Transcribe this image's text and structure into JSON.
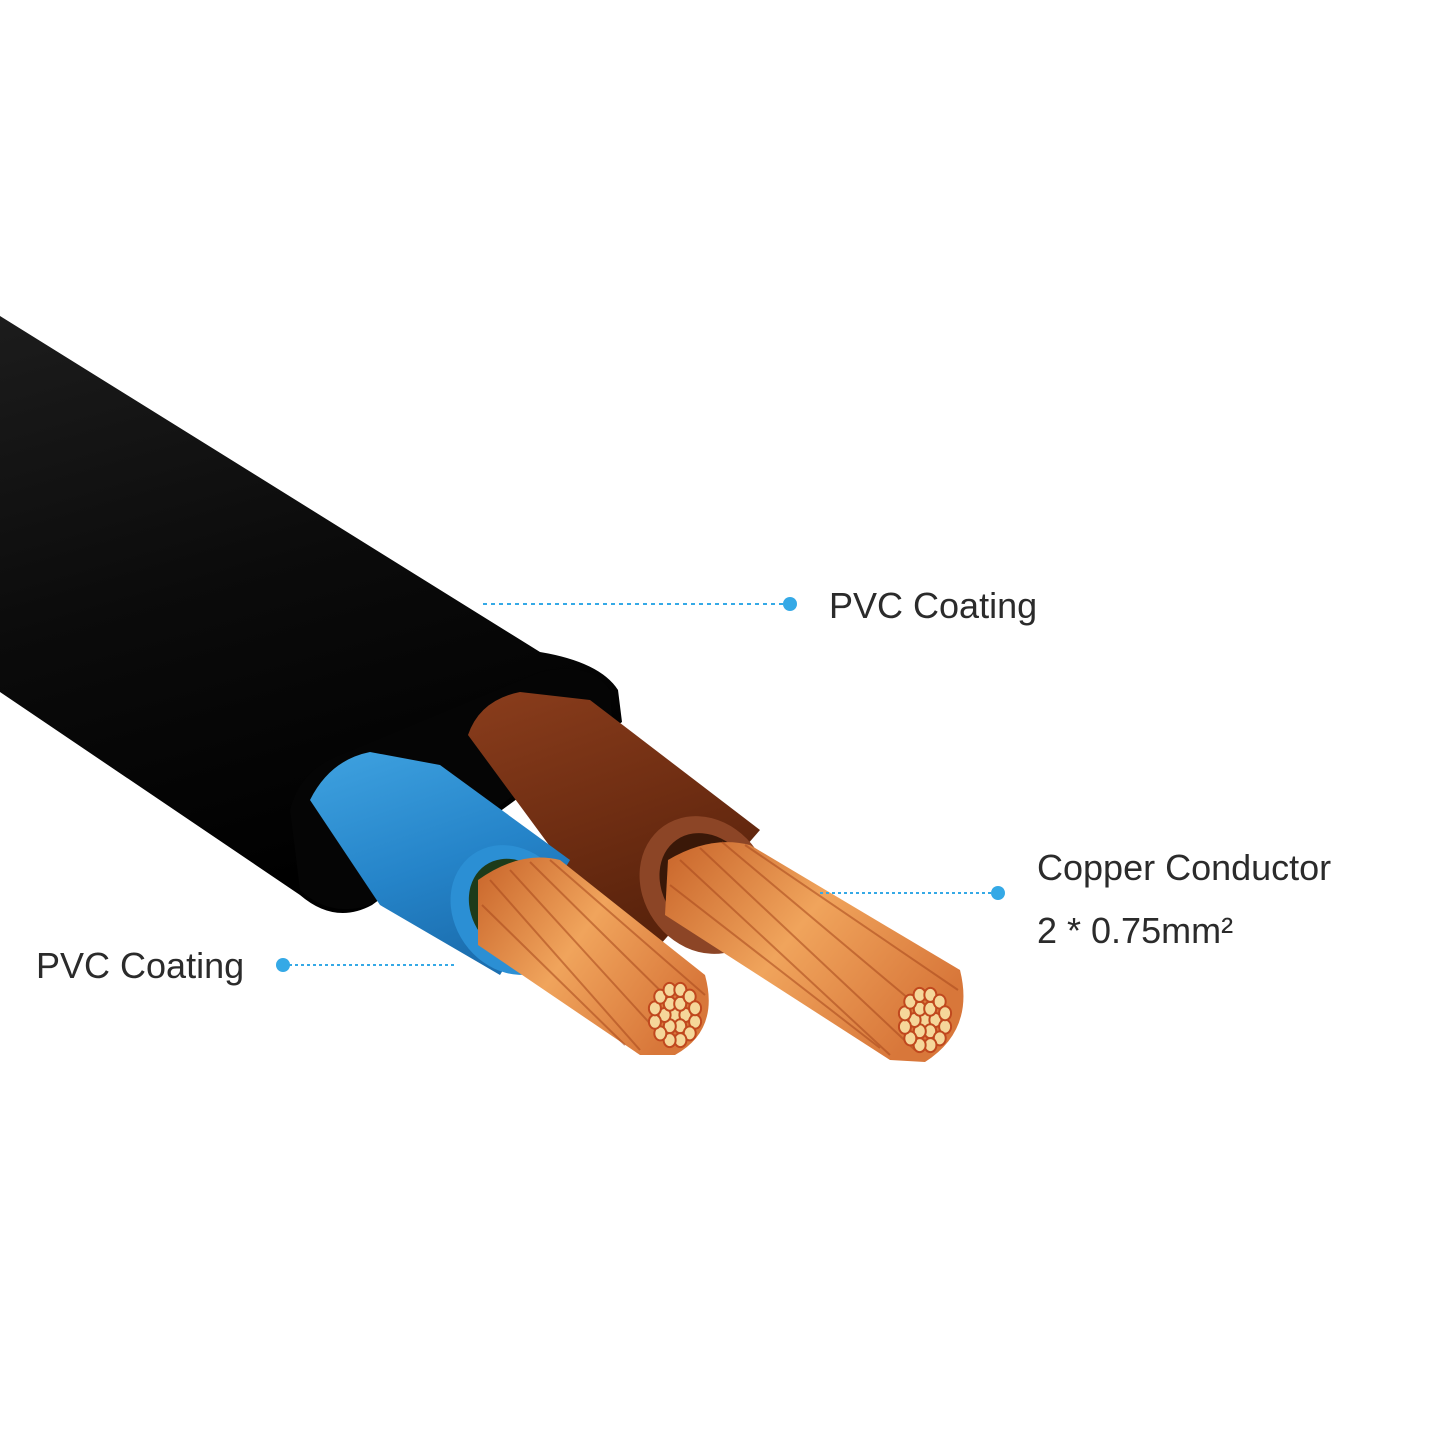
{
  "labels": {
    "jacket": "PVC Coating",
    "insulation": "PVC Coating",
    "conductor_title": "Copper Conductor",
    "conductor_spec": "2 * 0.75mm²"
  },
  "colors": {
    "jacket": "#121212",
    "blue_insulation": "#2f8fd0",
    "brown_insulation": "#7a3417",
    "copper": "#d9803a",
    "leader": "#35a9e6",
    "text": "#2b2b2b"
  }
}
